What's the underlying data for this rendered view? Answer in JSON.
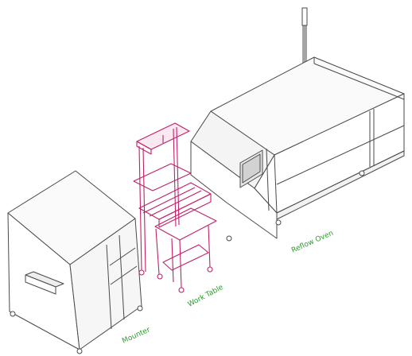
{
  "labels": {
    "mounter": "Mounter",
    "work_table": "Work Table",
    "reflow_oven": "Reflow Oven"
  },
  "colors": {
    "line": "#4a4a4a",
    "highlight": "#c0206b",
    "label": "#2e9a2e",
    "background": "#ffffff"
  }
}
